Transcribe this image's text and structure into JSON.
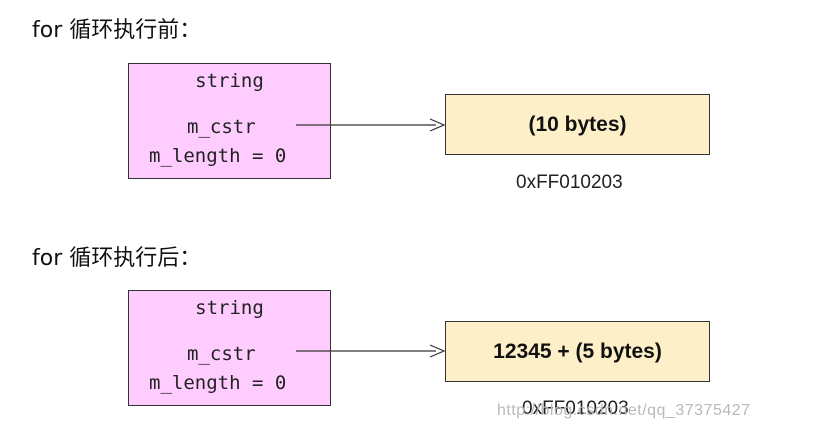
{
  "before": {
    "heading": "for 循环执行前：",
    "object": {
      "type": "string",
      "field_cstr": "m_cstr",
      "field_length": "m_length = 0"
    },
    "buffer": {
      "content": "(10 bytes)"
    },
    "address": "0xFF010203"
  },
  "after": {
    "heading": "for 循环执行后：",
    "object": {
      "type": "string",
      "field_cstr": "m_cstr",
      "field_length": "m_length = 0"
    },
    "buffer": {
      "content": "12345 + (5 bytes)"
    },
    "address": "0xFF010203"
  },
  "watermark": "http://blog.csdn.net/qq_37375427",
  "colors": {
    "object_fill": "#ffccff",
    "buffer_fill": "#fdf0c8",
    "arrow": "#333333"
  }
}
